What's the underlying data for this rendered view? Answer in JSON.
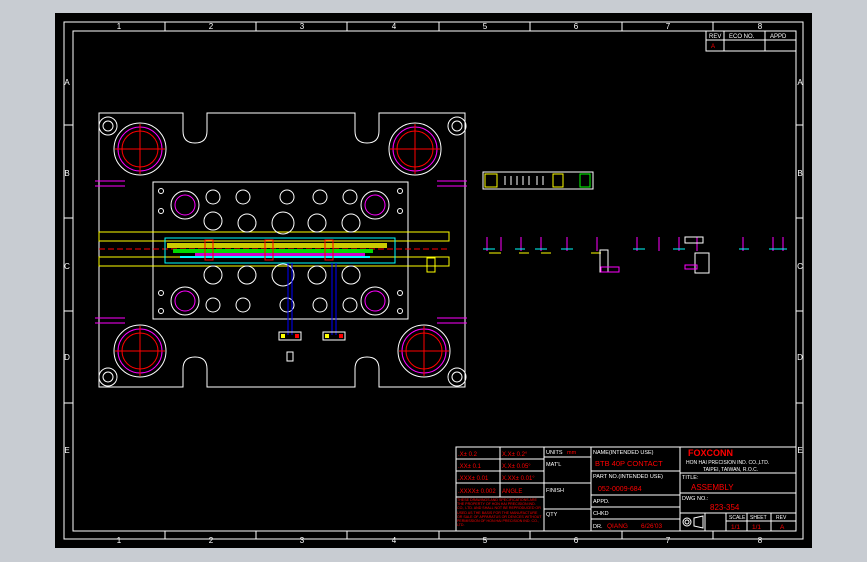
{
  "grid": {
    "columns": [
      "1",
      "2",
      "3",
      "4",
      "5",
      "6",
      "7",
      "8"
    ],
    "rows": [
      "A",
      "B",
      "C",
      "D",
      "E"
    ]
  },
  "revision_block": {
    "headers": [
      "REV",
      "ECO NO.",
      "APPD"
    ],
    "rev": "A"
  },
  "tolerance_block": {
    "lin_0": ".X± 0.2",
    "ang_0": "X.X± 0.2°",
    "lin_1": ".XX± 0.1",
    "ang_1": "X.X± 0.05°",
    "lin_2": ".XXX± 0.01",
    "ang_2": "X.XX± 0.01°",
    "lin_3": ".XXXX± 0.002",
    "ang_3": "ANGLE",
    "notes": "THESE DRAWINGS AND SPECIFICATIONS ARE THE PROPERTY OF HON HAI PRECISION IND. CO., LTD. AND SHALL NOT BE REPRODUCED OR USED AS THE BASIS FOR THE MANUFACTURE OR SALE OF APPARATUS OR DEVICES WITHOUT PERMISSION OF HON HAI PRECISION IND. CO., LTD."
  },
  "units": {
    "label": "UNITS",
    "value": "mm"
  },
  "fields": {
    "matl": "MAT'L",
    "finish": "FINISH",
    "qty": "QTY",
    "name_label": "NAME(INTENDED USE)",
    "name_value": "BTB 40P CONTACT",
    "part_label": "PART NO.(INTENDED USE)",
    "part_value": "052-0009-684",
    "appd": "APPD.",
    "chkd": "CHKD",
    "dr_label": "DR.",
    "dr_value": "QIANG",
    "date": "6/26'03"
  },
  "company": {
    "logo": "FOXCONN",
    "line1": "HON HAI PRECISION IND. CO.,LTD.",
    "line2": "TAIPEI, TAIWAN, R.O.C."
  },
  "title_block": {
    "title_label": "TITLE:",
    "title_value": "ASSEMBLY",
    "dwg_label": "DWG NO.:",
    "dwg_value": "823-354",
    "scale_label": "SCALE",
    "scale_value": "1/1",
    "sheet_label": "SHEET",
    "sheet_value": "1/1",
    "rev_label": "REV",
    "rev_value": "A"
  },
  "colors": {
    "background": "#000000",
    "white": "#ffffff",
    "cyan": "#00ffff",
    "magenta": "#ff00ff",
    "red": "#ff0000",
    "yellow": "#ffff00",
    "green": "#00ff00",
    "blue": "#0000ff"
  }
}
